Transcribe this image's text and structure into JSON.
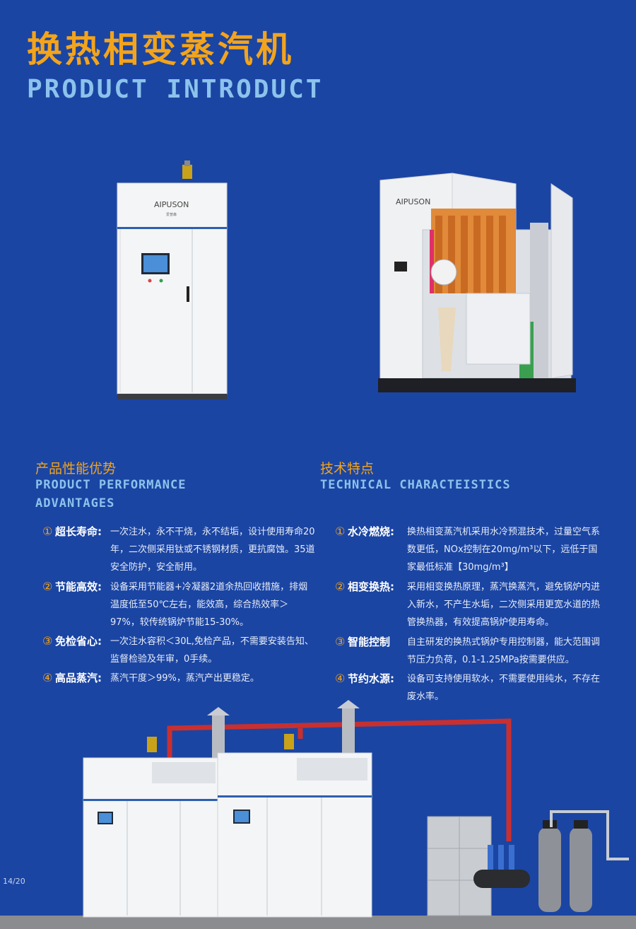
{
  "header": {
    "title_cn": "换热相变蒸汽机",
    "title_en": "PRODUCT INTRODUCT"
  },
  "products": {
    "brand": "AIPUSON",
    "brand_sub": "爱普森"
  },
  "left_section": {
    "title_cn": "产品性能优势",
    "title_en_line1": "PRODUCT PERFORMANCE",
    "title_en_line2": "ADVANTAGES",
    "items": [
      {
        "num": "①",
        "label": "超长寿命:",
        "text": "一次注水，永不干烧，永不结垢，设计使用寿命20年，二次侧采用钛或不锈钢材质，更抗腐蚀。35道安全防护，安全耐用。"
      },
      {
        "num": "②",
        "label": "节能高效:",
        "text": "设备采用节能器+冷凝器2道余热回收措施，排烟温度低至50℃左右，能效高，综合热效率＞97%，较传统锅炉节能15-30%。"
      },
      {
        "num": "③",
        "label": "免检省心:",
        "text": "一次注水容积＜30L,免检产品，不需要安装告知、监督检验及年审，0手续。"
      },
      {
        "num": "④",
        "label": "高品蒸汽:",
        "text": "蒸汽干度＞99%，蒸汽产出更稳定。"
      }
    ]
  },
  "right_section": {
    "title_cn": "技术特点",
    "title_en": "TECHNICAL CHARACTEISTICS",
    "items": [
      {
        "num": "①",
        "label": "水冷燃烧:",
        "text": "换热相变蒸汽机采用水冷预混技术，过量空气系数更低，NOx控制在20mg/m³以下，远低于国家最低标准【30mg/m³】"
      },
      {
        "num": "②",
        "label": "相变换热:",
        "text": "采用相变换热原理，蒸汽换蒸汽，避免锅炉内进入新水，不产生水垢，二次侧采用更宽水道的热管换热器，有效提高锅炉使用寿命。"
      },
      {
        "num": "③",
        "label": "智能控制",
        "text": "自主研发的换热式锅炉专用控制器，能大范围调节压力负荷，0.1-1.25MPa按需要供应。"
      },
      {
        "num": "④",
        "label": "节约水源:",
        "text": "设备可支持使用软水，不需要使用纯水，不存在废水率。"
      }
    ]
  },
  "footer": {
    "page_number": "14/20"
  },
  "colors": {
    "background": "#1b45a3",
    "accent_orange": "#f3a41c",
    "accent_light_blue": "#8cc3ec"
  }
}
